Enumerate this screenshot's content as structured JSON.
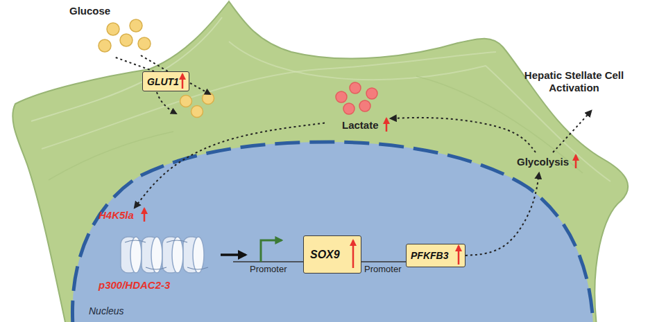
{
  "diagram": {
    "nodes": [
      {
        "text": [
          "Glucose"
        ]
      },
      {
        "text": [
          "GLUT1"
        ]
      },
      {
        "text": [
          "Lactate"
        ]
      },
      {
        "text": [
          "Hepatic Stellate Cell Activation"
        ]
      },
      {
        "text": [
          "Glycolysis"
        ]
      },
      {
        "text": [
          "Nucleus"
        ]
      },
      {
        "text": [
          "H4K5la",
          "p300/HDAC2-3"
        ],
        "in": 5
      },
      {
        "text": [
          "SOX9"
        ],
        "in": 5
      },
      {
        "text": [
          "PFKFB3"
        ],
        "in": 5
      }
    ],
    "edges": [
      {
        "from": 0,
        "to": 1,
        "arrow": "none"
      },
      {
        "from": 2,
        "to": 6,
        "arrow": "to"
      },
      {
        "from": 4,
        "to": 2,
        "arrow": "to"
      },
      {
        "from": 4,
        "to": 3,
        "arrow": "to"
      },
      {
        "from": 8,
        "to": 4,
        "arrow": "to"
      }
    ],
    "labels": [
      "Promoter",
      "Promoter"
    ]
  }
}
